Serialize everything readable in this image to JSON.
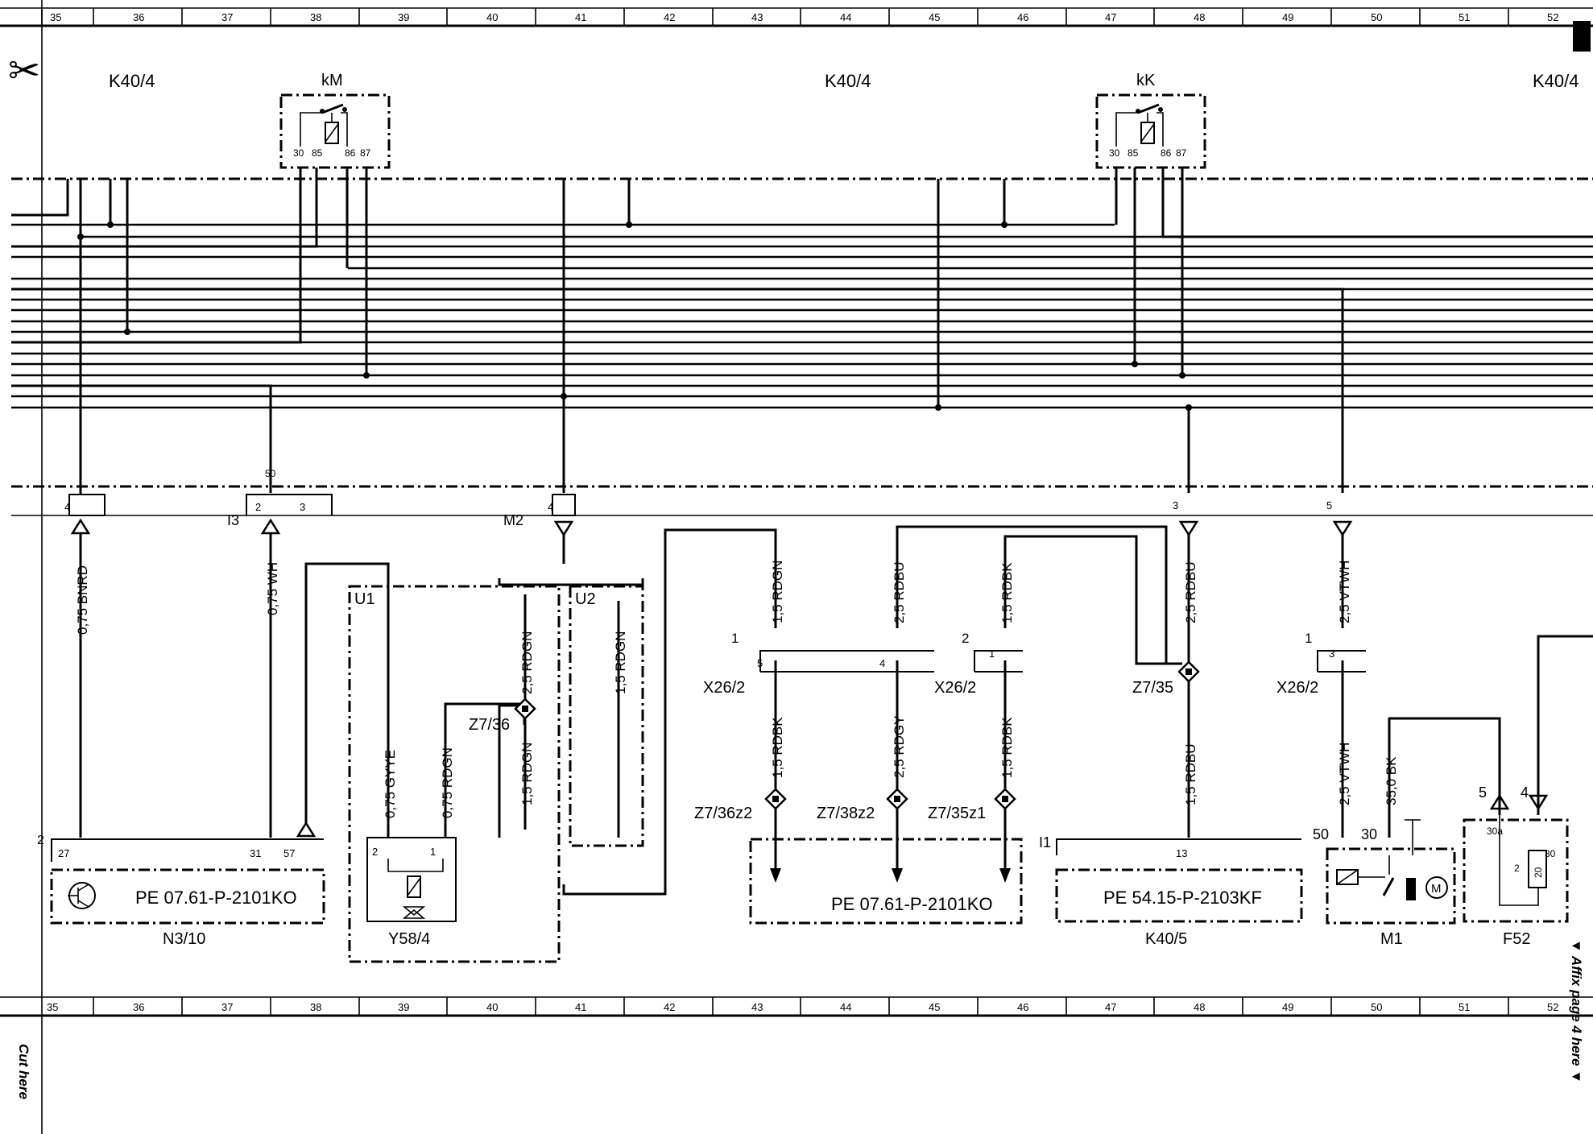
{
  "grid": [
    "35",
    "36",
    "37",
    "38",
    "39",
    "40",
    "41",
    "42",
    "43",
    "44",
    "45",
    "46",
    "47",
    "48",
    "49",
    "50",
    "51",
    "52"
  ],
  "scissors": "✂",
  "relay_labels": {
    "kM": "kM",
    "kK": "kK"
  },
  "relay_pins": [
    "30",
    "85",
    "86",
    "87"
  ],
  "top_labels": {
    "left": "K40/4",
    "middle": "K40/4",
    "right": "K40/4"
  },
  "pins": {
    "p4a": "4",
    "p50": "50",
    "p2": "2",
    "p3": "3",
    "p4b": "4",
    "p3b": "3",
    "p5": "5",
    "x1a": "1",
    "x5": "5",
    "x4": "4",
    "x2a": "2",
    "x1b": "1",
    "x1c": "1",
    "x3": "3",
    "n27": "27",
    "n31": "31",
    "n57": "57",
    "n2": "2",
    "y2": "2",
    "y1": "1",
    "k13": "13",
    "m50": "50",
    "m30": "30",
    "f5": "5",
    "f4": "4",
    "f30a": "30a",
    "f2": "2",
    "f30": "30",
    "fuse": "20"
  },
  "labels": {
    "I3": "I3",
    "M2": "M2",
    "U1": "U1",
    "U2": "U2",
    "I1": "I1",
    "Z7_36": "Z7/36",
    "Z7_35": "Z7/35",
    "X26_2_a": "X26/2",
    "X26_2_b": "X26/2",
    "X26_2_c": "X26/2",
    "Z7_36z2": "Z7/36z2",
    "Z7_38z2": "Z7/38z2",
    "Z7_35z1": "Z7/35z1"
  },
  "wires": {
    "w1": "0,75 BNRD",
    "w2": "0,75 WH",
    "w3": "0,75 GYYE",
    "w4": "0,75 RDGN",
    "w5": "2,5 RDGN",
    "w6": "1,5 RDGN",
    "w7": "1,5 RDGN",
    "w8": "1,5 RDGN",
    "w9": "2,5 RDBU",
    "w10": "1,5 RDBK",
    "w11": "1,5 RDBK",
    "w12": "2,5 RDGY",
    "w13": "1,5 RDBK",
    "w14": "2,5 RDBU",
    "w15": "1,5 RDBU",
    "w16": "2,5 VTWH",
    "w17": "2,5 VTWH",
    "w18": "35,0 BK"
  },
  "components": {
    "n310_code": "PE 07.61-P-2101KO",
    "n310": "N3/10",
    "y584": "Y58/4",
    "center_code": "PE 07.61-P-2101KO",
    "k405_code": "PE 54.15-P-2103KF",
    "k405": "K40/5",
    "m1": "M1",
    "motor": "M",
    "f52": "F52"
  },
  "side": {
    "cut": "Cut here",
    "affix": "▼ Affix page 4 here ▼"
  }
}
